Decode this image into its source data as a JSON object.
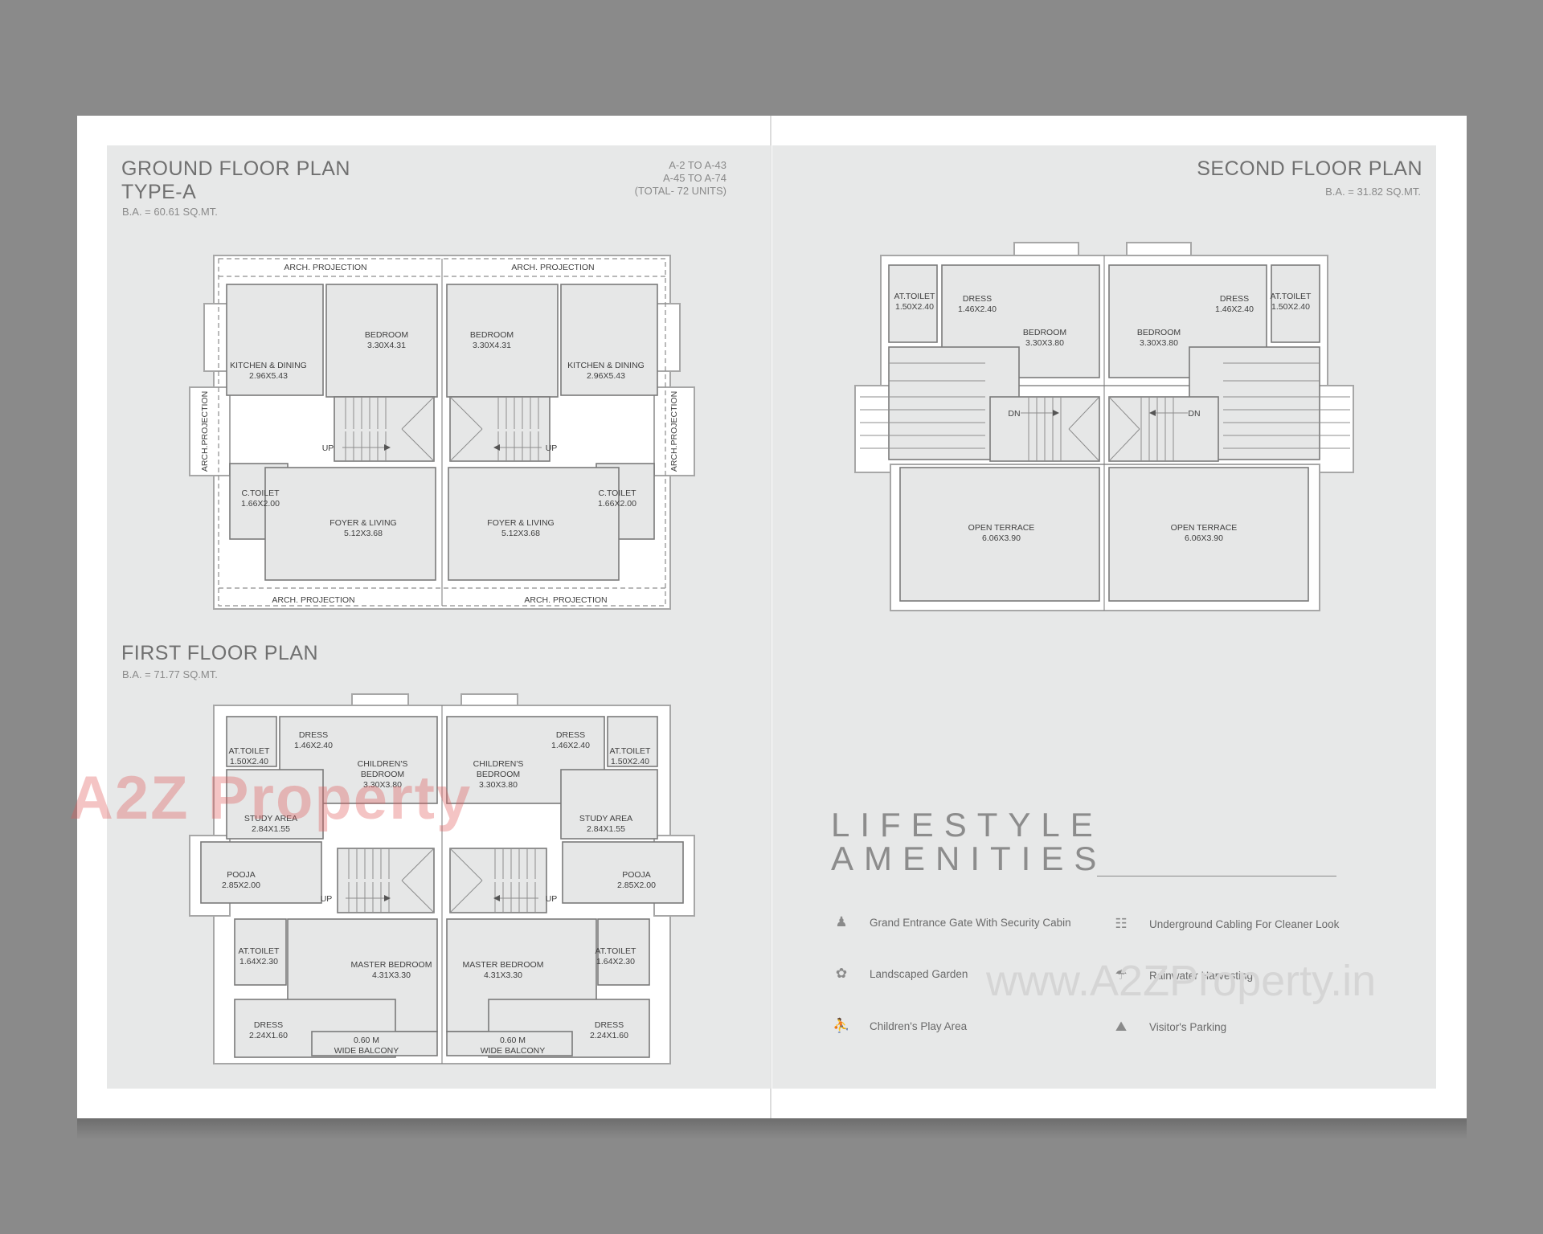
{
  "ground_floor": {
    "title_line1": "GROUND FLOOR PLAN",
    "title_line2": "TYPE-A",
    "area": "B.A. = 60.61 SQ.MT.",
    "units": [
      "A-2 TO A-43",
      "A-45 TO A-74",
      "(TOTAL- 72 UNITS)"
    ],
    "labels": {
      "arch": "ARCH. PROJECTION",
      "arch_v": "ARCH.PROJECTION",
      "bedroom": "BEDROOM",
      "bedroom_size": "3.30X4.31",
      "kitchen": "KITCHEN & DINING",
      "kitchen_size": "2.96X5.43",
      "ctoilet": "C.TOILET",
      "ctoilet_size": "1.66X2.00",
      "foyer": "FOYER & LIVING",
      "foyer_size": "5.12X3.68",
      "up": "UP"
    }
  },
  "first_floor": {
    "title": "FIRST FLOOR PLAN",
    "area": "B.A. = 71.77 SQ.MT.",
    "labels": {
      "attoilet": "AT.TOILET",
      "attoilet_top_size": "1.50X2.40",
      "attoilet_bottom_size": "1.64X2.30",
      "dress": "DRESS",
      "dress_top_size": "1.46X2.40",
      "dress_bottom_size": "2.24X1.60",
      "children1": "CHILDREN'S",
      "children2": "BEDROOM",
      "children_size": "3.30X3.80",
      "study": "STUDY AREA",
      "study_size": "2.84X1.55",
      "pooja": "POOJA",
      "pooja_size": "2.85X2.00",
      "master": "MASTER BEDROOM",
      "master_size": "4.31X3.30",
      "balcony1": "0.60 M",
      "balcony2": "WIDE BALCONY",
      "up": "UP"
    }
  },
  "second_floor": {
    "title": "SECOND FLOOR PLAN",
    "area": "B.A. = 31.82 SQ.MT.",
    "labels": {
      "attoilet": "AT.TOILET",
      "attoilet_size": "1.50X2.40",
      "dress": "DRESS",
      "dress_size": "1.46X2.40",
      "bedroom": "BEDROOM",
      "bedroom_size": "3.30X3.80",
      "terrace": "OPEN TERRACE",
      "terrace_size": "6.06X3.90",
      "dn": "DN"
    }
  },
  "amenities": {
    "heading_line1": "LIFESTYLE",
    "heading_line2": "AMENITIES",
    "items": [
      {
        "label": "Grand Entrance Gate With Security Cabin",
        "icon": "security-guard-icon"
      },
      {
        "label": "Landscaped Garden",
        "icon": "garden-icon"
      },
      {
        "label": "Children's Play Area",
        "icon": "play-area-icon"
      },
      {
        "label": "Underground Cabling For Cleaner Look",
        "icon": "cabling-icon"
      },
      {
        "label": "Rainwater Harvesting",
        "icon": "rainwater-icon"
      },
      {
        "label": "Visitor's Parking",
        "icon": "parking-icon"
      }
    ]
  },
  "watermarks": {
    "logo_text": "A2Z Property",
    "url": "www.A2ZProperty.in"
  }
}
